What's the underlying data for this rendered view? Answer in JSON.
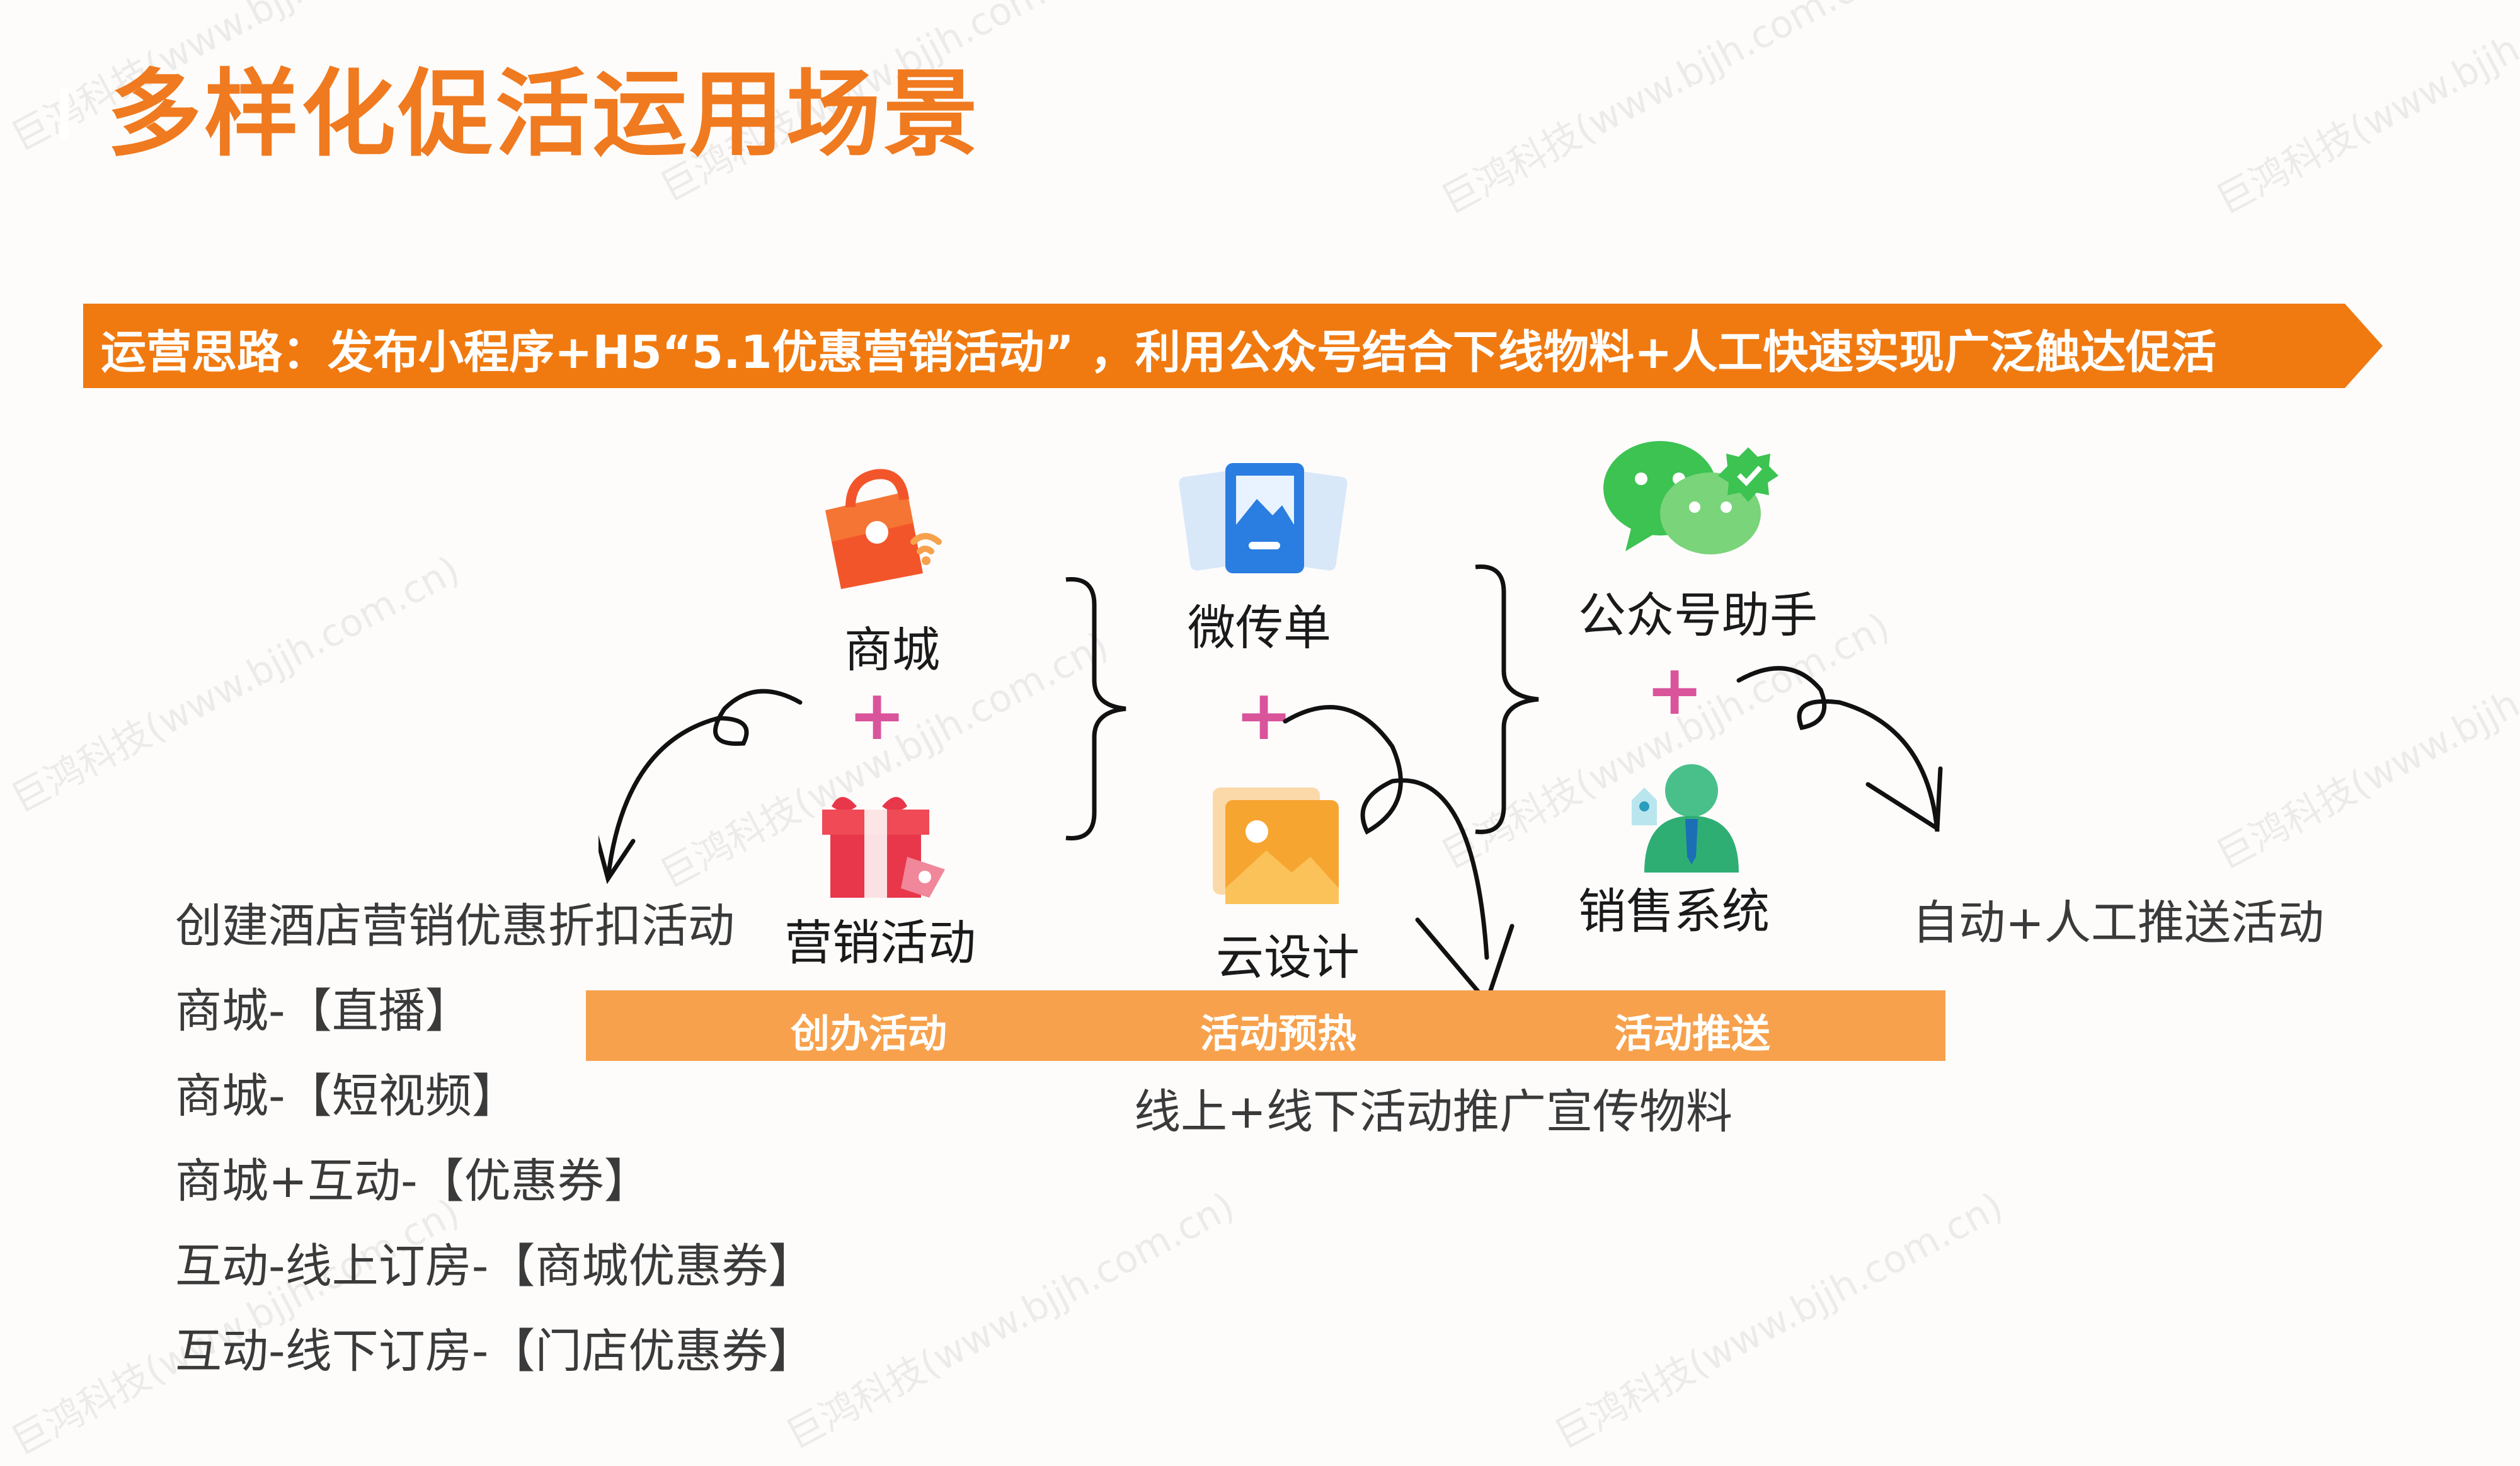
{
  "title": "多样化促活运用场景",
  "banner": "运营思路：发布小程序+H5“5.1优惠营销活动” ，利用公众号结合下线物料+人工快速实现广泛触达促活",
  "watermark": "巨鸿科技(www.bjjh.com.cn)",
  "columns": {
    "col1": {
      "top": "商城",
      "bottom": "营销活动",
      "top_icon": "shopping-bag-icon",
      "bottom_icon": "gift-box-icon"
    },
    "col2": {
      "top": "微传单",
      "bottom": "云设计",
      "top_icon": "flyer-icon",
      "bottom_icon": "image-design-icon"
    },
    "col3": {
      "top": "公众号助手",
      "bottom": "销售系统",
      "top_icon": "wechat-icon",
      "bottom_icon": "sales-person-icon"
    }
  },
  "plus": "+",
  "bar": {
    "stage1": "创办活动",
    "stage2": "活动预热",
    "stage3": "活动推送"
  },
  "right_note": "自动+人工推送活动",
  "bottom_note": "线上+线下活动推广宣传物料",
  "left_list": [
    "创建酒店营销优惠折扣活动",
    "商城-【直播】",
    "商城-【短视频】",
    "商城+互动-【优惠券】",
    "互动-线上订房-【商城优惠券】",
    "互动-线下订房-【门店优惠券】"
  ],
  "colors": {
    "accent": "#f07a1f",
    "banner": "#f07a10",
    "bar": "#f7a14c",
    "plus": "#d9549b"
  }
}
